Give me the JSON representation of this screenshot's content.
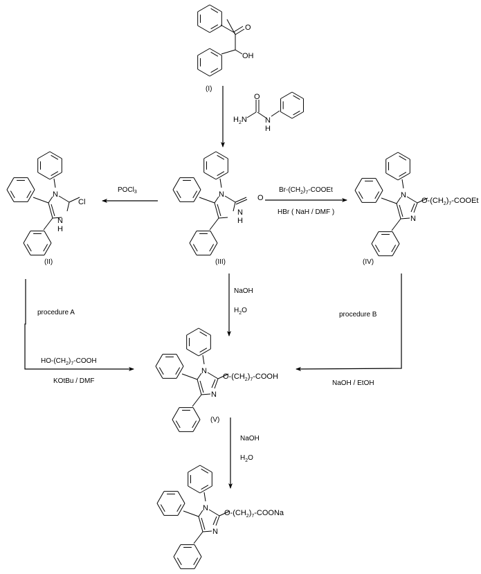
{
  "diagram": {
    "type": "reaction-scheme",
    "colors": {
      "ink": "#000000",
      "background": "#ffffff"
    },
    "compounds": {
      "I": {
        "label": "(I)",
        "groups": {
          "carbonyl": "O",
          "hydroxyl": "OH"
        }
      },
      "urea": {
        "groups": {
          "amine": "H",
          "amine_sub": "2",
          "amine_n": "N",
          "carbonyl": "O",
          "nh_n": "N",
          "nh_h": "H"
        }
      },
      "II": {
        "label": "(II)",
        "groups": {
          "n1": "N",
          "cl": "Cl",
          "nh_n": "N",
          "nh_h": "H"
        }
      },
      "III": {
        "label": "(III)",
        "groups": {
          "n1": "N",
          "oxo": "O",
          "nh_n": "N",
          "nh_h": "H"
        }
      },
      "IV": {
        "label": "(IV)",
        "groups": {
          "n1": "N",
          "n3": "N",
          "chain_a": "O-(CH",
          "chain_sub1": "2",
          "chain_b": ")",
          "chain_sub2": "7",
          "chain_c": "-COOEt"
        }
      },
      "V": {
        "label": "(V)",
        "groups": {
          "n1": "N",
          "n3": "N",
          "chain_a": "O-(CH",
          "chain_sub1": "2",
          "chain_b": ")",
          "chain_sub2": "7",
          "chain_c": "-COOH"
        }
      },
      "VI": {
        "groups": {
          "n1": "N",
          "n3": "N",
          "chain_a": "O-(CH",
          "chain_sub1": "2",
          "chain_b": ")",
          "chain_sub2": "7",
          "chain_c": "-COONa"
        }
      }
    },
    "reagents": {
      "I_to_III": "",
      "III_to_II": {
        "a": "POCl",
        "sub": "3"
      },
      "III_to_IV": {
        "line1_a": "Br-(CH",
        "line1_sub1": "2",
        "line1_b": ")",
        "line1_sub2": "7",
        "line1_c": "-COOEt",
        "line2": "HBr ( NaH / DMF )"
      },
      "III_to_V": {
        "line1": "NaOH",
        "line2_a": "H",
        "line2_sub": "2",
        "line2_b": "O"
      },
      "procedure_A": {
        "title": "procedure A",
        "line1_a": "HO-(CH",
        "line1_sub1": "2",
        "line1_b": ")",
        "line1_sub2": "7",
        "line1_c": "-COOH",
        "line2": "KOtBu / DMF"
      },
      "procedure_B": {
        "title": "procedure B",
        "line2": "NaOH / EtOH"
      },
      "V_to_VI": {
        "line1": "NaOH",
        "line2_a": "H",
        "line2_sub": "2",
        "line2_b": "O"
      }
    }
  }
}
